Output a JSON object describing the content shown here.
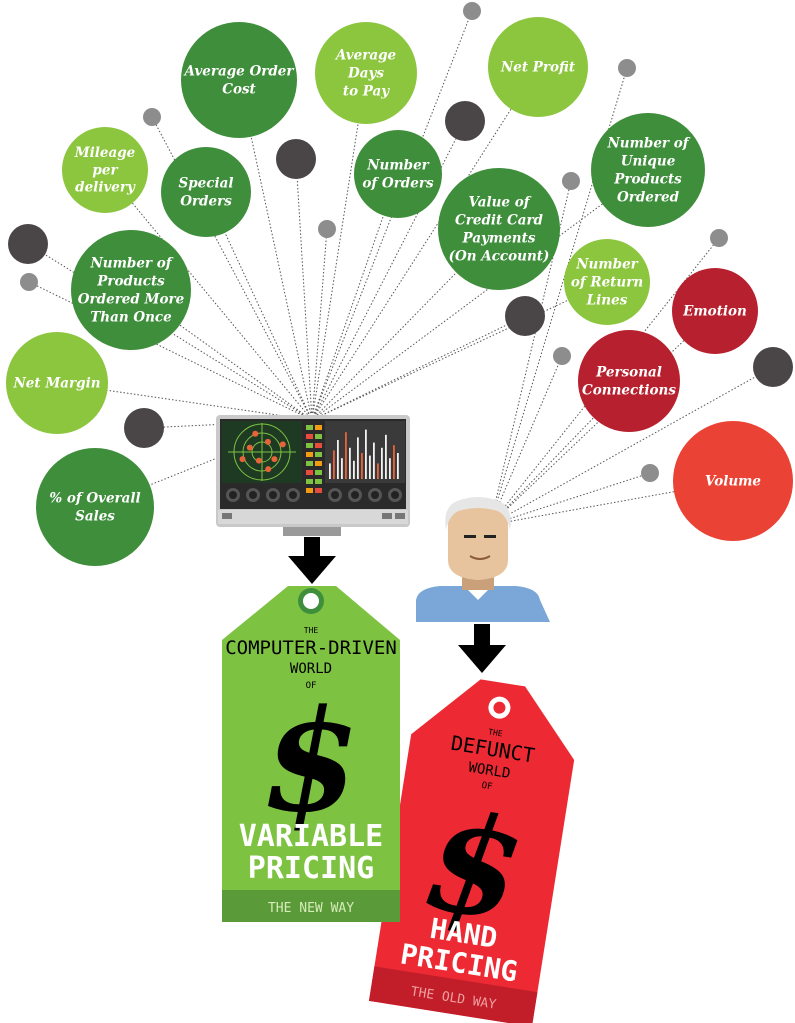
{
  "colors": {
    "green_dark": "#3f8e3c",
    "green_mid": "#4f9f3f",
    "green_light": "#8cc63f",
    "red_dark": "#b7202e",
    "red_light": "#ea4335",
    "grey_dot": "#8d8d8d",
    "dark_dot": "#4a4546",
    "tag_green": "#7ec242",
    "tag_red": "#ed2a34"
  },
  "metrics": [
    {
      "id": "average-order-cost",
      "lines": [
        "Average Order",
        "Cost"
      ],
      "color": "green_dark"
    },
    {
      "id": "average-days-to-pay",
      "lines": [
        "Average",
        "Days",
        "to Pay"
      ],
      "color": "green_light"
    },
    {
      "id": "net-profit",
      "lines": [
        "Net Profit"
      ],
      "color": "green_light"
    },
    {
      "id": "mileage-per-delivery",
      "lines": [
        "Mileage",
        "per",
        "delivery"
      ],
      "color": "green_light"
    },
    {
      "id": "special-orders",
      "lines": [
        "Special",
        "Orders"
      ],
      "color": "green_dark"
    },
    {
      "id": "number-of-orders",
      "lines": [
        "Number",
        "of Orders"
      ],
      "color": "green_dark"
    },
    {
      "id": "number-of-unique-products",
      "lines": [
        "Number of",
        "Unique",
        "Products",
        "Ordered"
      ],
      "color": "green_dark"
    },
    {
      "id": "value-of-credit-card-payments",
      "lines": [
        "Value of",
        "Credit Card",
        "Payments",
        "(On Account)"
      ],
      "color": "green_dark"
    },
    {
      "id": "number-of-products-ordered-more",
      "lines": [
        "Number of",
        "Products",
        "Ordered More",
        "Than Once"
      ],
      "color": "green_dark"
    },
    {
      "id": "number-of-return-lines",
      "lines": [
        "Number",
        "of Return",
        "Lines"
      ],
      "color": "green_light"
    },
    {
      "id": "net-margin",
      "lines": [
        "Net Margin"
      ],
      "color": "green_light"
    },
    {
      "id": "percent-of-overall-sales",
      "lines": [
        "% of Overall",
        "Sales"
      ],
      "color": "green_dark"
    },
    {
      "id": "emotion",
      "lines": [
        "Emotion"
      ],
      "color": "red_dark"
    },
    {
      "id": "personal-connections",
      "lines": [
        "Personal",
        "Connections"
      ],
      "color": "red_dark"
    },
    {
      "id": "volume",
      "lines": [
        "Volume"
      ],
      "color": "red_light"
    }
  ],
  "green_tag": {
    "the": "THE",
    "title": "COMPUTER-DRIVEN",
    "world": "WORLD",
    "of": "OF",
    "symbol": "$",
    "line1": "VARIABLE",
    "line2": "PRICING",
    "footer": "THE NEW WAY"
  },
  "red_tag": {
    "the": "THE",
    "title": "DEFUNCT",
    "world": "WORLD",
    "of": "OF",
    "symbol": "$",
    "line1": "HAND",
    "line2": "PRICING",
    "footer": "THE OLD WAY"
  },
  "radar_blips": [
    {
      "angle": 30,
      "radius": 0.55
    },
    {
      "angle": 110,
      "radius": 0.35
    },
    {
      "angle": 160,
      "radius": 0.8
    },
    {
      "angle": 200,
      "radius": 0.5
    },
    {
      "angle": 250,
      "radius": 0.75
    },
    {
      "angle": 300,
      "radius": 0.45
    },
    {
      "angle": 340,
      "radius": 0.85
    },
    {
      "angle": 70,
      "radius": 0.7
    }
  ],
  "monitor_bars": [
    {
      "value": 0.3,
      "color": "white"
    },
    {
      "value": 0.55,
      "color": "red"
    },
    {
      "value": 0.75,
      "color": "white"
    },
    {
      "value": 0.4,
      "color": "white"
    },
    {
      "value": 0.9,
      "color": "red"
    },
    {
      "value": 0.6,
      "color": "white"
    },
    {
      "value": 0.35,
      "color": "white"
    },
    {
      "value": 0.8,
      "color": "white"
    },
    {
      "value": 0.5,
      "color": "red"
    },
    {
      "value": 0.95,
      "color": "white"
    },
    {
      "value": 0.45,
      "color": "white"
    },
    {
      "value": 0.7,
      "color": "white"
    },
    {
      "value": 0.3,
      "color": "red"
    },
    {
      "value": 0.6,
      "color": "white"
    },
    {
      "value": 0.85,
      "color": "white"
    },
    {
      "value": 0.4,
      "color": "white"
    },
    {
      "value": 0.65,
      "color": "red"
    },
    {
      "value": 0.5,
      "color": "white"
    }
  ]
}
